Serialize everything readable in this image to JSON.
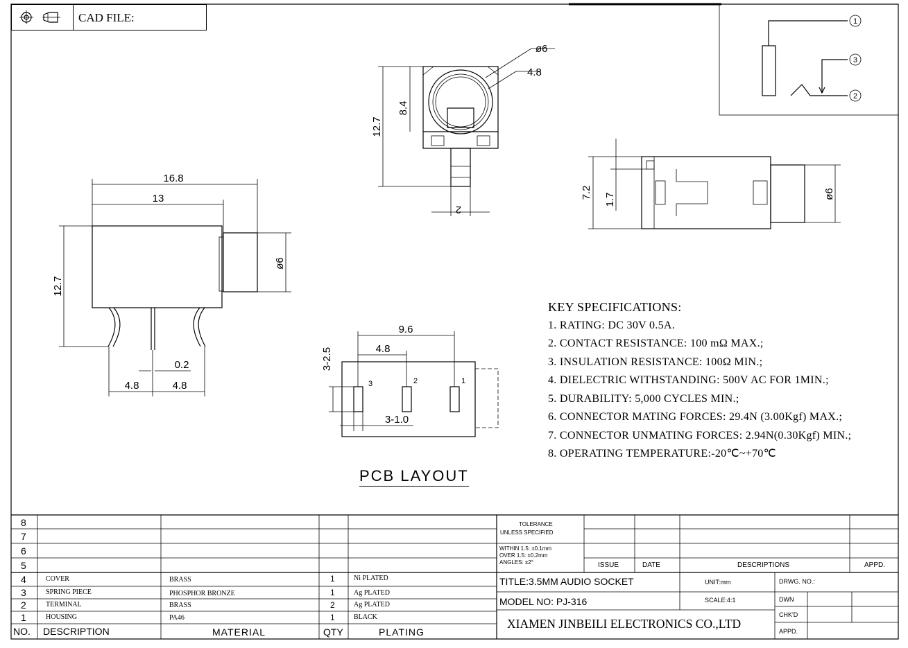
{
  "header": {
    "cad_file_label": "CAD FILE:"
  },
  "schematic": {
    "pins": [
      "1",
      "3",
      "2"
    ]
  },
  "dims": {
    "front_width": "16.8",
    "front_body": "13",
    "front_height": "12.7",
    "front_dia": "ø6",
    "pin_thick": "0.2",
    "pin_pitch_l": "4.8",
    "pin_pitch_r": "4.8",
    "top_dia": "ø6",
    "top_inner": "4.8",
    "top_body": "8.4",
    "top_height": "12.7",
    "top_pin": "2",
    "side_height": "7.2",
    "side_step": "1.7",
    "side_dia": "ø6",
    "pcb_w": "9.6",
    "pcb_pitch": "4.8",
    "pcb_slot": "3-2.5",
    "pcb_hole": "3-1.0",
    "pcb_pins": [
      "3",
      "2",
      "1"
    ]
  },
  "pcb_layout_title": "PCB LAYOUT",
  "key_specs": {
    "title": "KEY SPECIFICATIONS:",
    "items": [
      "1. RATING: DC 30V 0.5A.",
      "2. CONTACT RESISTANCE: 100 mΩ MAX.;",
      "3. INSULATION RESISTANCE: 100Ω MIN.;",
      "4. DIELECTRIC WITHSTANDING: 500V AC FOR 1MIN.;",
      "5. DURABILITY: 5,000 CYCLES MIN.;",
      "6. CONNECTOR MATING FORCES: 29.4N (3.00Kgf) MAX.;",
      "7. CONNECTOR UNMATING FORCES: 2.94N(0.30Kgf) MIN.;",
      "8. OPERATING TEMPERATURE:-20℃~+70℃"
    ]
  },
  "bom": {
    "row_numbers": [
      "8",
      "7",
      "6",
      "5"
    ],
    "rows": [
      {
        "no": "4",
        "desc": "COVER",
        "material": "BRASS",
        "qty": "1",
        "plating": "Ni PLATED"
      },
      {
        "no": "3",
        "desc": "SPRING PIECE",
        "material": "PHOSPHOR BRONZE",
        "qty": "1",
        "plating": "Ag PLATED"
      },
      {
        "no": "2",
        "desc": "TERMINAL",
        "material": "BRASS",
        "qty": "2",
        "plating": "Ag PLATED"
      },
      {
        "no": "1",
        "desc": "HOUSING",
        "material": "PA46",
        "qty": "1",
        "plating": "BLACK"
      }
    ],
    "headers": {
      "no": "NO.",
      "desc": "DESCRIPTION",
      "material": "MATERIAL",
      "qty": "QTY",
      "plating": "PLATING"
    }
  },
  "title_block": {
    "tolerance1": "TOLERANCE",
    "tolerance2": "UNLESS SPECIFIED",
    "within": "WITHIN 1.5: ±0.1mm",
    "over": "OVER 1.5:  ±0.2mm",
    "angles": "ANGLES: ±2°",
    "issue": "ISSUE",
    "date": "DATE",
    "descriptions": "DESCRIPTIONS",
    "appd_col": "APPD.",
    "title": "TITLE:3.5MM AUDIO SOCKET",
    "model": "MODEL NO: PJ-316",
    "unit": "UNIT:mm",
    "scale": "SCALE:4:1",
    "drwg": "DRWG. NO.:",
    "dwn": "DWN",
    "chkd": "CHK'D",
    "appd": "APPD.",
    "company": "XIAMEN JINBEILI ELECTRONICS CO.,LTD"
  }
}
